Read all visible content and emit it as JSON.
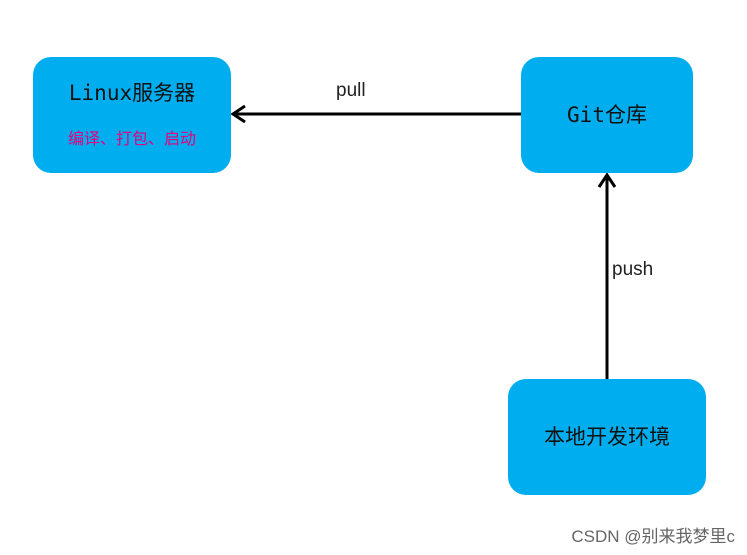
{
  "nodes": {
    "linux_server": {
      "title": "Linux服务器",
      "subtitle": "编译、打包、启动"
    },
    "git_repo": {
      "title": "Git仓库"
    },
    "local_env": {
      "title": "本地开发环境"
    }
  },
  "edges": {
    "pull": "pull",
    "push": "push"
  },
  "watermark": "CSDN @别来我梦里c",
  "colors": {
    "node_fill": "#00AEEF",
    "subtitle_text": "#E4007F",
    "arrow": "#000000"
  }
}
